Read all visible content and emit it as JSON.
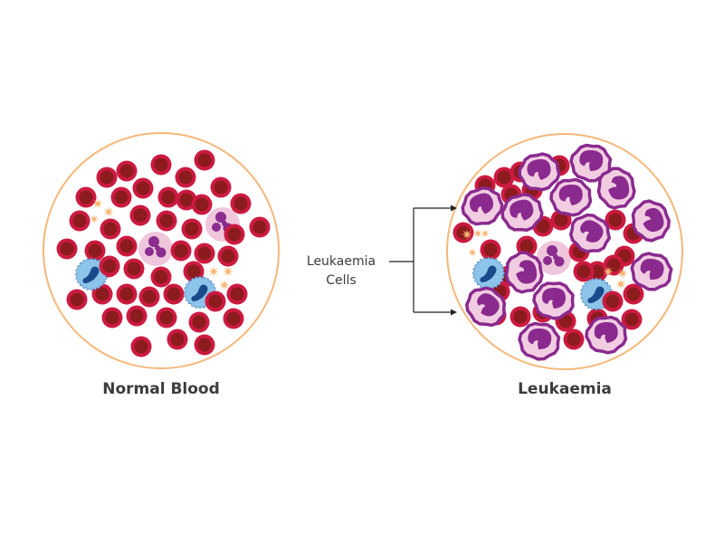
{
  "panels": [
    {
      "title": "Normal Blood"
    },
    {
      "title": "Leukaemia"
    }
  ],
  "callout": {
    "line1": "Leukaemia",
    "line2": "Cells"
  },
  "colors": {
    "border": "#f6b77a",
    "rbc_outer": "#cc1a40",
    "rbc_inner": "#8c1b1e",
    "lymph_body": "#8cc4ea",
    "lymph_nucleus": "#1b4a8c",
    "neutro_body": "#f0c6dc",
    "neutro_nucleus": "#8a2d8e",
    "leuk_outline": "#8a2a8e",
    "leuk_body": "#f2cde2",
    "platelet": "#f8b776",
    "arrow": "#222222"
  }
}
